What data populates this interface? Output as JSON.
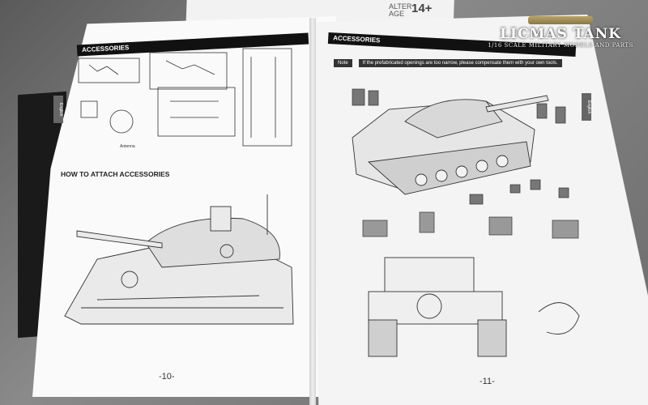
{
  "box": {
    "age_label": "ALTER\nAGE",
    "age_value": "14+"
  },
  "left_page": {
    "header": "ACCESSORIES",
    "section_title": "HOW TO ATTACH ACCESSORIES",
    "tab_label": "English",
    "antenna_label": "Antenna",
    "page_number": "-10-"
  },
  "right_page": {
    "header": "ACCESSORIES",
    "note_label": "Note",
    "note_text": "If the prefabricated openings are too narrow, please compensate them with your own tools.",
    "tab_label": "English",
    "page_number": "-11-"
  },
  "logo": {
    "title": "LICMAS TANK",
    "subtitle": "1/16 SCALE MILITARY MODELS AND PARTS"
  },
  "colors": {
    "header_bg": "#111111",
    "paper": "#f7f7f7",
    "background": "#6b6b6b"
  }
}
